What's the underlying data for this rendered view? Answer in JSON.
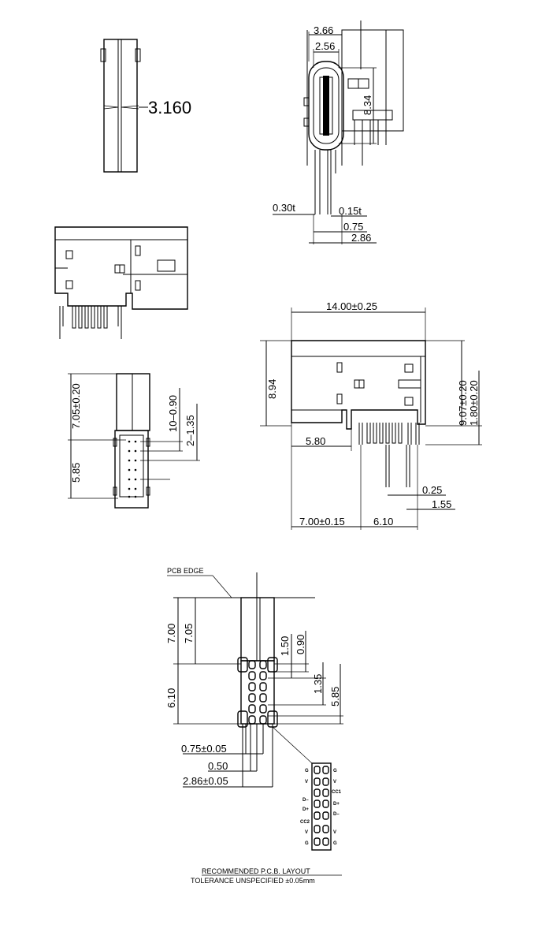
{
  "top_left_view": {
    "width_dim": "3.160"
  },
  "end_view": {
    "dims": {
      "d366": "3.66",
      "d256": "2.56",
      "d834": "8.34",
      "d030t": "0.30t",
      "d015t": "0.15t",
      "d075": "0.75",
      "d286": "2.86"
    }
  },
  "main_side_view": {
    "dims": {
      "d1400": "14.00±0.25",
      "d894": "8.94",
      "d907": "9.07±0.20",
      "d180": "1.80±0.20",
      "d580": "5.80",
      "d025": "0.25",
      "d155": "1.55",
      "d700": "7.00±0.15",
      "d610": "6.10"
    }
  },
  "bottom_view": {
    "dims": {
      "d705": "7.05±0.20",
      "d585": "5.85",
      "d1090": "10–0.90",
      "d2135": "2–1.35"
    }
  },
  "pcb_layout": {
    "pcb_edge_label": "PCB EDGE",
    "dims": {
      "d700": "7.00",
      "d705": "7.05",
      "d150": "1.50",
      "d090": "0.90",
      "d135": "1.35",
      "d585": "5.85",
      "d610": "6.10",
      "d075": "0.75±0.05",
      "d050": "0.50",
      "d286": "2.86±0.05"
    },
    "pin_labels_left": [
      "G",
      "V",
      "D–",
      "D+",
      "CC2",
      "V",
      "G"
    ],
    "pin_labels_right": [
      "G",
      "V",
      "CC1",
      "D+",
      "D–",
      "V",
      "G"
    ],
    "title": "RECOMMENDED   P.C.B.   LAYOUT",
    "tolerance": "TOLERANCE  UNSPECIFIED  ±0.05mm"
  }
}
